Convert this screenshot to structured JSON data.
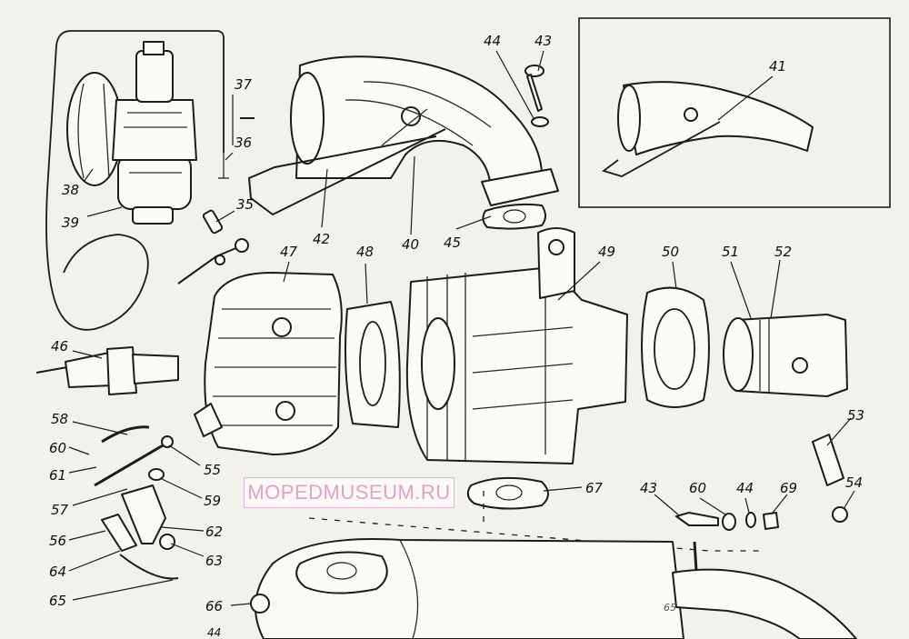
{
  "watermark": "MOPEDMUSEUM.RU",
  "callouts": [
    {
      "id": "c37",
      "text": "37"
    },
    {
      "id": "c36",
      "text": "36"
    },
    {
      "id": "c38",
      "text": "38"
    },
    {
      "id": "c39",
      "text": "39"
    },
    {
      "id": "c35",
      "text": "35"
    },
    {
      "id": "c42",
      "text": "42"
    },
    {
      "id": "c40",
      "text": "40"
    },
    {
      "id": "c45",
      "text": "45"
    },
    {
      "id": "c44",
      "text": "44"
    },
    {
      "id": "c43",
      "text": "43"
    },
    {
      "id": "c41",
      "text": "41"
    },
    {
      "id": "c47",
      "text": "47"
    },
    {
      "id": "c48",
      "text": "48"
    },
    {
      "id": "c49",
      "text": "49"
    },
    {
      "id": "c50",
      "text": "50"
    },
    {
      "id": "c51",
      "text": "51"
    },
    {
      "id": "c52",
      "text": "52"
    },
    {
      "id": "c46",
      "text": "46"
    },
    {
      "id": "c58",
      "text": "58"
    },
    {
      "id": "c60",
      "text": "60"
    },
    {
      "id": "c61",
      "text": "61"
    },
    {
      "id": "c55",
      "text": "55"
    },
    {
      "id": "c57",
      "text": "57"
    },
    {
      "id": "c59",
      "text": "59"
    },
    {
      "id": "c56",
      "text": "56"
    },
    {
      "id": "c62",
      "text": "62"
    },
    {
      "id": "c63",
      "text": "63"
    },
    {
      "id": "c64",
      "text": "64"
    },
    {
      "id": "c65",
      "text": "65"
    },
    {
      "id": "c66",
      "text": "66"
    },
    {
      "id": "c67",
      "text": "67"
    },
    {
      "id": "c53",
      "text": "53"
    },
    {
      "id": "c54",
      "text": "54"
    },
    {
      "id": "c43b",
      "text": "43"
    },
    {
      "id": "c60b",
      "text": "60"
    },
    {
      "id": "c44b",
      "text": "44"
    },
    {
      "id": "c69",
      "text": "69"
    },
    {
      "id": "c44c",
      "text": "44"
    },
    {
      "id": "c65b",
      "text": "65"
    }
  ]
}
